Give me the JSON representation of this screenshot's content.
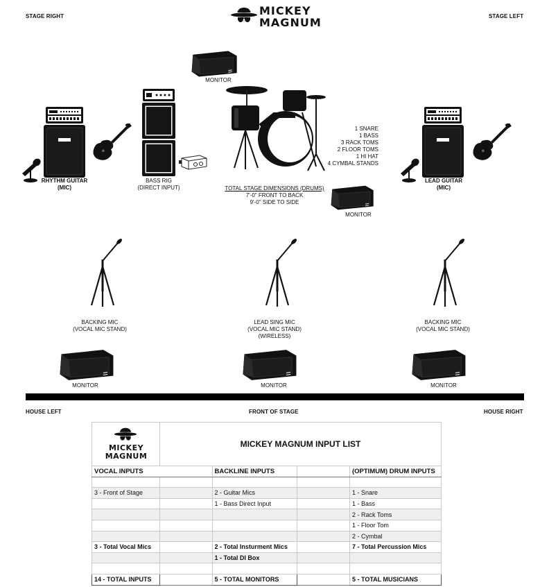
{
  "corners": {
    "stage_right": "STAGE RIGHT",
    "stage_left": "STAGE LEFT",
    "house_left": "HOUSE LEFT",
    "front_of_stage": "FRONT OF STAGE",
    "house_right": "HOUSE RIGHT"
  },
  "logo": {
    "line1": "MICKEY",
    "line2": "MAGNUM"
  },
  "stage": {
    "monitor_top": "MONITOR",
    "rhythm_guitar": [
      "RHYTHM GUITAR",
      "(MIC)"
    ],
    "bass_rig": [
      "BASS RIG",
      "(DIRECT INPUT)"
    ],
    "lead_guitar": [
      "LEAD GUITAR",
      "(MIC)"
    ],
    "drum_list": [
      "1 SNARE",
      "1 BASS",
      "3 RACK TOMS",
      "2 FLOOR TOMS",
      "1 HI HAT",
      "4 CYMBAL STANDS"
    ],
    "dimensions_title": "TOTAL STAGE DIMENSIONS (DRUMS)",
    "dimensions": [
      "7'-0\" FRONT TO BACK",
      "9'-0\" SIDE TO SIDE"
    ],
    "monitor_drums": "MONITOR",
    "backing_mic_left": [
      "BACKING MIC",
      "(VOCAL MIC STAND)"
    ],
    "lead_mic": [
      "LEAD SING MIC",
      "(VOCAL MIC STAND)",
      "(WIRELESS)"
    ],
    "backing_mic_right": [
      "BACKING MIC",
      "(VOCAL MIC STAND)"
    ],
    "monitor_front": "MONITOR"
  },
  "input_list": {
    "title": "MICKEY MAGNUM INPUT LIST",
    "headers": [
      "VOCAL INPUTS",
      "BACKLINE INPUTS",
      "(OPTIMUM) DRUM INPUTS"
    ],
    "rows": [
      [
        "",
        "",
        ""
      ],
      [
        "3 - Front of Stage",
        "2 - Guitar Mics",
        "1 - Snare"
      ],
      [
        "",
        "1 - Bass Direct Input",
        "1 - Bass"
      ],
      [
        "",
        "",
        "2 - Rack Toms"
      ],
      [
        "",
        "",
        "1 - Floor Tom"
      ],
      [
        "",
        "",
        "2 - Cymbal"
      ]
    ],
    "totals": [
      "3 - Total Vocal Mics",
      "2 - Total Insturment Mics",
      "7 - Total Percussion Mics"
    ],
    "di_box": "1 - Total DI Box",
    "finals": [
      "14 - TOTAL INPUTS",
      "5 - TOTAL MONITORS",
      "5 - TOTAL MUSICIANS"
    ]
  }
}
